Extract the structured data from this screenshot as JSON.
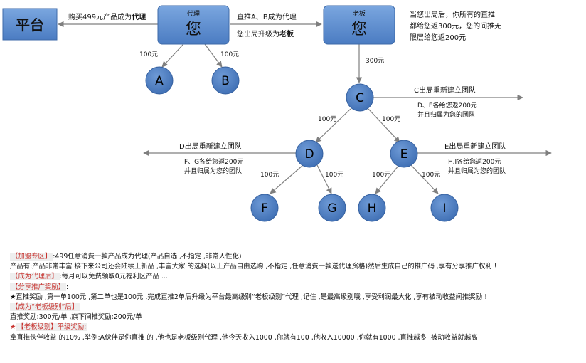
{
  "diagram": {
    "platform": "平台",
    "agent": {
      "tag": "代理",
      "name": "您"
    },
    "boss": {
      "tag": "老板",
      "name": "您"
    },
    "buy_text": "购买499元产品成为",
    "buy_bold": "代理",
    "upgrade_line1": "直推A、B成为代理",
    "upgrade_line2_pre": "您出局升级为",
    "upgrade_line2_bold": "老板",
    "boss_note": [
      "当您出局后，你所有的直推",
      "都给您返300元，您的间推无",
      "限层给您返200元"
    ],
    "nodes": {
      "A": "A",
      "B": "B",
      "C": "C",
      "D": "D",
      "E": "E",
      "F": "F",
      "G": "G",
      "H": "H",
      "I": "I"
    },
    "amounts": {
      "a100": "100元",
      "b100": "100元",
      "c300": "300元",
      "d100": "100元",
      "e100": "100元",
      "f100": "100元",
      "g100": "100元",
      "h100": "100元",
      "i100": "100元"
    },
    "c_out": "C出局重新建立团队",
    "c_note": [
      "D、E各给您返200元",
      "并且归属为您的团队"
    ],
    "d_out": "D出局重新建立团队",
    "d_note": [
      "F、G各给您返200元",
      "并且归属为您的团队"
    ],
    "e_out": "E出局重新建立团队",
    "e_note": [
      "H.I各给您返200元",
      "并且归属为您的团队"
    ]
  },
  "text": {
    "zone_title": "【加盟专区】",
    "zone_desc": ":499任意消费一款产品成为代理(产品自选 ,不指定 ,非常人性化)",
    "products": "产品有:产品非常丰富 接下来公司还会陆续上新品 ,丰富大家 的选择(以上产品自由选购 ,不指定 ,任意消费一款送代理资格)然后生成自己的推广码 ,享有分享推广权利 !",
    "after_agent_title": "【成为代理后】",
    "after_agent_desc": ":每月可以免费领取0元福利区产品 ...",
    "reward_title": "【分享推广奖励】",
    "reward_colon": ":",
    "reward_desc": "★直推奖励 ,第一单100元 ,第二单也是100元 ,完成直推2单后升级为平台最高级别“老板级别”代理 ,记住 ,是最高级别哦 ,享受利润最大化 ,享有被动收益间推奖励 !",
    "boss_title": "【成为“老板级别”后】",
    "boss_rewards": "直推奖励:300元/单 ,旗下间推奖励:200元/单",
    "boss_level_star": "★",
    "boss_level_title": "【老板级别】平级奖励:",
    "boss_level_desc": "拿直推伙伴收益 的10% ,举例:A伙伴是你直推 的 ,他也是老板级别代理 ,他今天收入1000 ,你就有100 ,他收入10000 ,你就有1000 ,直推越多 ,被动收益就越高"
  },
  "colors": {
    "box": "#5b8dd1",
    "circle": "#4f7fc1",
    "accent_red": "#c8322e",
    "line": "#7f7f7f"
  }
}
